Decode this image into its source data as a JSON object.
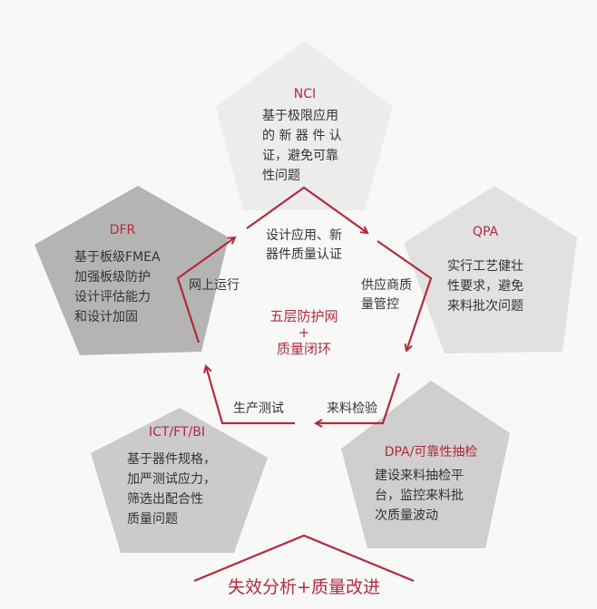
{
  "colors": {
    "accent": "#b32a3e",
    "background": "#f8f8f8"
  },
  "pentagons": [
    {
      "title": "NCI",
      "lines": [
        "基于极限应用",
        "的 新 器 件 认",
        "证，避免可靠",
        "性问题"
      ]
    },
    {
      "title": "QPA",
      "lines": [
        "实行工艺健壮",
        "性要求，避免",
        "来料批次问题"
      ]
    },
    {
      "title": "DPA/可靠性抽检",
      "lines": [
        "建设来料抽检平",
        "台，监控来料批",
        "次质量波动"
      ]
    },
    {
      "title": "ICT/FT/BI",
      "lines": [
        "基于器件规格，",
        "加严测试应力，",
        "筛选出配合性",
        "质量问题"
      ]
    },
    {
      "title": "DFR",
      "lines": [
        "基于板级FMEA",
        "加强板级防护",
        "设计评估能力",
        "和设计加固"
      ]
    }
  ],
  "cycle": {
    "steps": [
      [
        "设计应用、新",
        "器件质量认证"
      ],
      [
        "供应商质",
        "量管控"
      ],
      [
        "来料检验"
      ],
      [
        "生产测试"
      ],
      [
        "网上运行"
      ]
    ],
    "center": [
      "五层防护网",
      "+",
      "质量闭环"
    ]
  },
  "footer": "失效分析+质量改进"
}
